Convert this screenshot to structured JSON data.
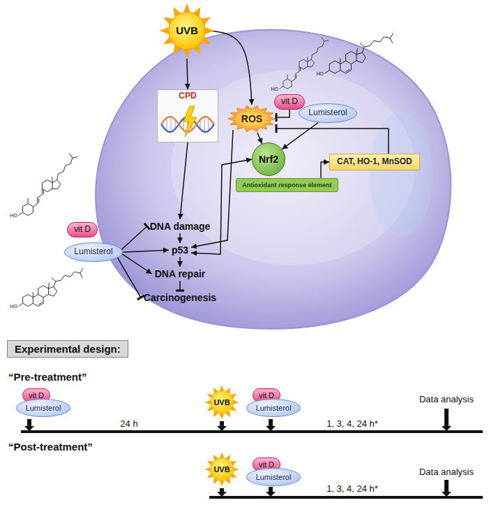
{
  "diagram": {
    "nodes": [
      {
        "text": [
          "UVB"
        ]
      },
      {
        "text": [
          "CPD"
        ]
      },
      {
        "text": [
          "ROS"
        ]
      },
      {
        "text": [
          "vit D"
        ]
      },
      {
        "text": [
          "Lumisterol"
        ]
      },
      {
        "text": [
          "vit D"
        ]
      },
      {
        "text": [
          "Lumisterol"
        ]
      },
      {
        "text": [
          "DNA damage"
        ]
      },
      {
        "text": [
          "Nrf2"
        ]
      },
      {
        "text": [
          "Antioxidant response element"
        ]
      },
      {
        "text": [
          "CAT, HO-1, MnSOD"
        ]
      },
      {
        "text": [
          "p53"
        ]
      },
      {
        "text": [
          "DNA repair"
        ]
      },
      {
        "text": [
          "Carcinogenesis"
        ]
      },
      {
        "text": [
          "Experimental design:"
        ]
      },
      {
        "text": [
          "vit D"
        ]
      },
      {
        "text": [
          "Lumisterol"
        ]
      },
      {
        "text": [
          "UVB"
        ]
      },
      {
        "text": [
          "vit D"
        ]
      },
      {
        "text": [
          "Lumisterol"
        ]
      },
      {
        "text": [
          "UVB"
        ]
      },
      {
        "text": [
          "vit D"
        ]
      },
      {
        "text": [
          "Lumisterol"
        ]
      }
    ],
    "edges": [
      {
        "from": 0,
        "to": 1,
        "arrow": "to"
      },
      {
        "from": 0,
        "to": 2,
        "arrow": "to"
      },
      {
        "from": 1,
        "to": 7,
        "arrow": "to"
      },
      {
        "from": 7,
        "to": 11,
        "arrow": "to"
      },
      {
        "from": 11,
        "to": 12,
        "arrow": "to"
      },
      {
        "from": 12,
        "to": 13,
        "arrow": "to"
      },
      {
        "from": 6,
        "to": 7,
        "arrow": "to"
      },
      {
        "from": 6,
        "to": 11,
        "arrow": "to"
      },
      {
        "from": 6,
        "to": 12,
        "arrow": "to"
      },
      {
        "from": 6,
        "to": 13,
        "arrow": "to"
      },
      {
        "from": 3,
        "to": 2,
        "arrow": "to"
      },
      {
        "from": 4,
        "to": 8,
        "arrow": "to"
      },
      {
        "from": 2,
        "to": 8,
        "arrow": "to"
      },
      {
        "from": 2,
        "to": 11,
        "arrow": "to"
      },
      {
        "from": 9,
        "to": 10,
        "arrow": "to"
      },
      {
        "from": 11,
        "to": 8,
        "arrow": "both"
      },
      {
        "from": 10,
        "to": 2,
        "arrow": "to"
      }
    ],
    "labels": [
      "HO",
      "HO",
      "HO",
      "HO",
      "“Pre-treatment”",
      "24 h",
      "1, 3, 4, 24 h*",
      "Data analysis",
      "“Post-treatment”",
      "1, 3, 4, 24 h*",
      "Data analysis"
    ]
  }
}
